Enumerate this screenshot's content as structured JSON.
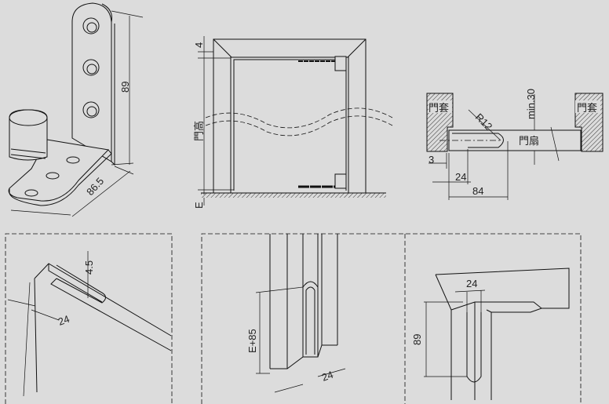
{
  "hinge_3d": {
    "height_dim": "89",
    "length_dim": "86.5"
  },
  "door_elevation": {
    "top_gap_dim": "4",
    "door_height_label": "門高",
    "floor_gap_label": "E"
  },
  "plan_section": {
    "frame_left": "門套",
    "frame_right": "門套",
    "radius": "R12",
    "min_thickness": "min.30",
    "door_leaf": "門扇",
    "gap_dim": "3",
    "offset_dim": "24",
    "pivot_dim": "84"
  },
  "detail_top": {
    "depth_dim": "4.5",
    "width_dim": "24"
  },
  "detail_door_edge": {
    "slot_length_dim": "E+85",
    "slot_width_dim": "24"
  },
  "detail_frame": {
    "slot_width_dim": "24",
    "slot_depth_dim": "89"
  }
}
